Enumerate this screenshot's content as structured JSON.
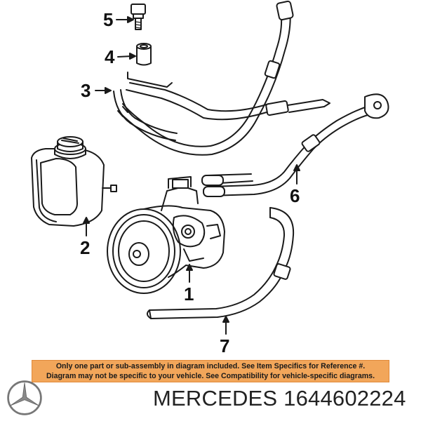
{
  "callouts": [
    {
      "id": "5",
      "label": "5"
    },
    {
      "id": "4",
      "label": "4"
    },
    {
      "id": "3",
      "label": "3"
    },
    {
      "id": "2",
      "label": "2"
    },
    {
      "id": "6",
      "label": "6"
    },
    {
      "id": "1",
      "label": "1"
    },
    {
      "id": "7",
      "label": "7"
    }
  ],
  "notice": {
    "line1": "Only one part or sub-assembly in diagram included. See Item Specifics for Reference #.",
    "line2": "Diagram may not be specific to your vehicle. See Compatibility for vehicle-specific diagrams.",
    "background": "#f2a65a"
  },
  "footer": {
    "brand": "MERCEDES",
    "part_number": "1644602224",
    "logo_icon": "mercedes-star-logo"
  },
  "colors": {
    "line_art": "#1a1a1a",
    "background": "#ffffff"
  }
}
